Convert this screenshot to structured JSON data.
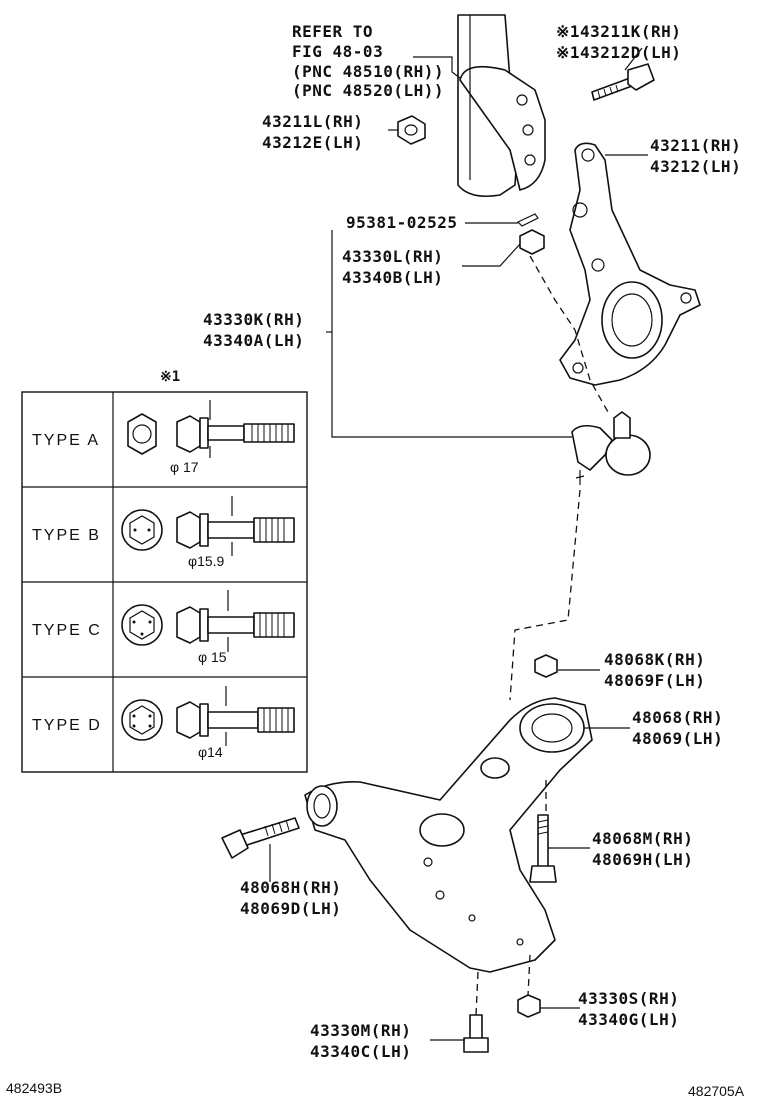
{
  "refer": {
    "line1": "REFER TO",
    "line2": "FIG 48-03",
    "line3": "(PNC 48510(RH))",
    "line4": "(PNC 48520(LH))"
  },
  "labels": {
    "p43211K": "※143211K(RH)",
    "p43212D": "※143212D(LH)",
    "p43211L": "43211L(RH)",
    "p43212E": "43212E(LH)",
    "p43211": "43211(RH)",
    "p43212": "43212(LH)",
    "p95381": "95381-02525",
    "p43330L": "43330L(RH)",
    "p43340B": "43340B(LH)",
    "p43330K": "43330K(RH)",
    "p43340A": "43340A(LH)",
    "p48068K": "48068K(RH)",
    "p48069F": "48069F(LH)",
    "p48068": "48068(RH)",
    "p48069": "48069(LH)",
    "p48068M": "48068M(RH)",
    "p48069H": "48069H(LH)",
    "p48068H": "48068H(RH)",
    "p48069D": "48069D(LH)",
    "p43330S": "43330S(RH)",
    "p43340G": "43340G(LH)",
    "p43330M": "43330M(RH)",
    "p43340C": "43340C(LH)"
  },
  "table": {
    "header": "※1",
    "rows": [
      {
        "type": "TYPE A",
        "dim": "φ 17"
      },
      {
        "type": "TYPE B",
        "dim": "φ15.9"
      },
      {
        "type": "TYPE C",
        "dim": "φ 15"
      },
      {
        "type": "TYPE D",
        "dim": "φ14"
      }
    ]
  },
  "footer": {
    "left_code": "482493B",
    "right_code": "482705A"
  }
}
